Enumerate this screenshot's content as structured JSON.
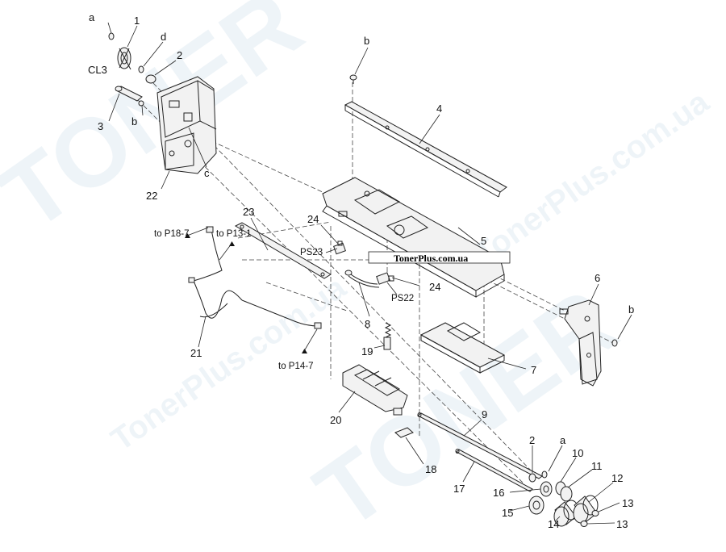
{
  "watermark": {
    "brand": "TONER",
    "site_text": "TonerPlus.com.ua",
    "color": "#7ea9c9"
  },
  "site_label": "TonerPlus.com.ua",
  "labels": {
    "a1": "a",
    "n1": "1",
    "d": "d",
    "cl3": "CL3",
    "n2a": "2",
    "n3": "3",
    "b1": "b",
    "c": "c",
    "n22": "22",
    "b2": "b",
    "n4": "4",
    "n5": "5",
    "n23": "23",
    "n24a": "24",
    "ps23": "PS23",
    "n24b": "24",
    "ps22": "PS22",
    "n8": "8",
    "n6": "6",
    "b3": "b",
    "n7": "7",
    "n21": "21",
    "n19": "19",
    "n20": "20",
    "n9": "9",
    "n18": "18",
    "n17": "17",
    "n2b": "2",
    "a2": "a",
    "n10": "10",
    "n11": "11",
    "n12": "12",
    "n16": "16",
    "n15": "15",
    "n13a": "13",
    "n14": "14",
    "n13b": "13"
  },
  "connectors": {
    "p18": "to P18-7",
    "p13": "to P13-1",
    "p14": "to P14-7"
  }
}
